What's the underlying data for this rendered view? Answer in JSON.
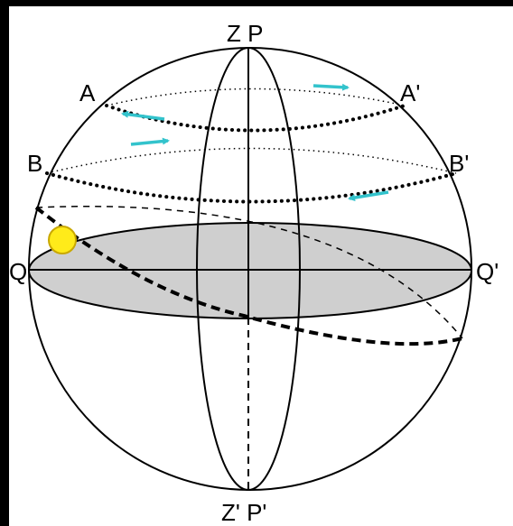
{
  "labels": {
    "zenith_pole": "Z P",
    "nadir_pole": "Z' P'",
    "point_a": "A",
    "point_a_prime": "A'",
    "point_b": "B",
    "point_b_prime": "B'",
    "point_q": "Q",
    "point_q_prime": "Q'"
  },
  "colors": {
    "background": "#000000",
    "panel": "#ffffff",
    "outline": "#000000",
    "horizon_plane": "#cfcfcf",
    "sun": "#ffeb1a",
    "sun_outline": "#c9a800",
    "motion_arrows": "#33c3cc"
  },
  "icons": {
    "sun": "sun-disc-icon",
    "arrows": "motion-arrow-icon"
  }
}
